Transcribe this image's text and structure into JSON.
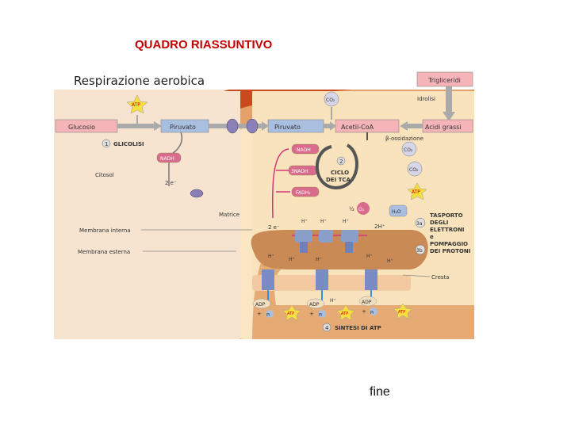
{
  "slide": {
    "title": "QUADRO RIASSUNTIVO",
    "footer": "fine"
  },
  "diagram": {
    "heading": "Respirazione aerobica",
    "colors": {
      "cell": "#c94a1c",
      "cytosol": "#f6e4d0",
      "membrane": "#e3a46b",
      "matrix": "#fbe9c9",
      "accent_arrow": "#d6367a",
      "box": "#f4b4b8",
      "box_blue": "#a9bfe0",
      "atp_star": "#f5e040"
    },
    "boxes": {
      "trigliceridi": "Trigliceridi",
      "glucosio": "Glucosio",
      "piruvato1": "Piruvato",
      "piruvato2": "Piruvato",
      "acetil_coa": "Acetil-CoA",
      "acidi_grassi": "Acidi grassi"
    },
    "labels": {
      "idrolisi": "Idrolisi",
      "beta_ossidazione": "β-ossidazione",
      "step1_num": "1",
      "step1": "GLICOLISI",
      "step2_num": "2",
      "ciclo_line1": "CICLO",
      "ciclo_line2": "DEI TCA",
      "step3a": "3a",
      "step3b": "3b",
      "trasporto": [
        "TASPORTO",
        "DEGLI",
        "ELETTRONI",
        "e",
        "POMPAGGIO",
        "DEI PROTONI"
      ],
      "step4_num": "4",
      "sintesi": "SINTESI DI ATP",
      "citosol": "Citosol",
      "matrice": "Matrice",
      "membrana_interna": "Membrana interna",
      "membrana_esterna": "Membrana esterna",
      "cresta": "Cresta"
    },
    "molecules": {
      "atp": "ATP",
      "nadh": "NADH",
      "nadh3": "3NADH",
      "fadh2": "FADH₂",
      "co2": "CO₂",
      "two_e": "2 e⁻",
      "h_plus": "H⁺",
      "half_o2": "½",
      "o2": "O₂",
      "h2o": "H₂O",
      "two_h": "2H⁺",
      "adp": "ADP",
      "pi": "Pi",
      "plus": "+"
    }
  }
}
